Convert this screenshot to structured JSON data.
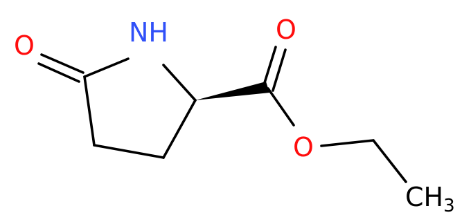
{
  "molecule": {
    "atoms": {
      "oxygen_carbonyl_ring": {
        "label": "O",
        "color": "#ff0d0d"
      },
      "nitrogen": {
        "label": "NH",
        "color": "#3050f8"
      },
      "oxygen_carbonyl_ester": {
        "label": "O",
        "color": "#ff0d0d"
      },
      "oxygen_ether": {
        "label": "O",
        "color": "#ff0d0d"
      },
      "methyl": {
        "label": "CH",
        "subscript": "3",
        "color": "#000000"
      }
    },
    "bond_color": "#000000"
  }
}
